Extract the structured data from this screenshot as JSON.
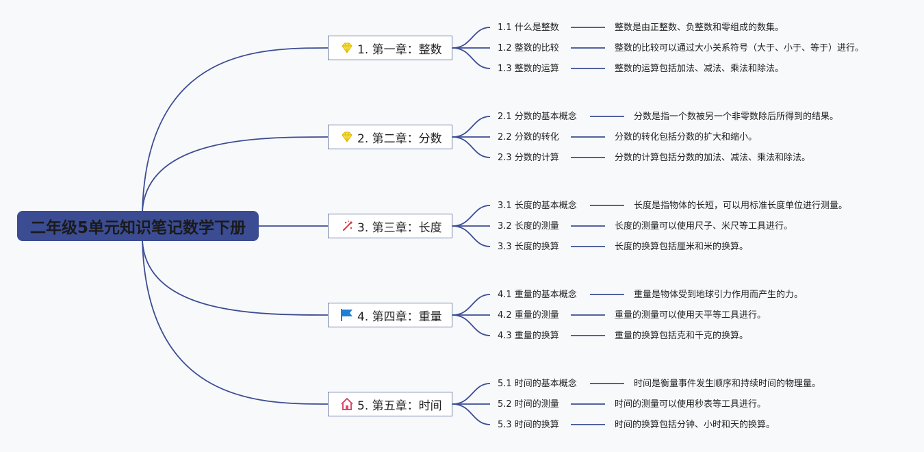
{
  "root": {
    "title": "二年级5单元知识笔记数学下册"
  },
  "colors": {
    "root_bg": "#3b4c92",
    "connector": "#3b4c92",
    "box_border": "#6f7fa8"
  },
  "chapters": [
    {
      "label": "1. 第一章：整数",
      "icon": "diamond-icon",
      "items": [
        {
          "title": "1.1 什么是整数",
          "desc": "整数是由正整数、负整数和零组成的数集。"
        },
        {
          "title": "1.2 整数的比较",
          "desc": "整数的比较可以通过大小关系符号（大于、小于、等于）进行。"
        },
        {
          "title": "1.3 整数的运算",
          "desc": "整数的运算包括加法、减法、乘法和除法。"
        }
      ]
    },
    {
      "label": "2. 第二章：分数",
      "icon": "diamond-icon",
      "items": [
        {
          "title": "2.1 分数的基本概念",
          "desc": "分数是指一个数被另一个非零数除后所得到的结果。"
        },
        {
          "title": "2.2 分数的转化",
          "desc": "分数的转化包括分数的扩大和缩小。"
        },
        {
          "title": "2.3 分数的计算",
          "desc": "分数的计算包括分数的加法、减法、乘法和除法。"
        }
      ]
    },
    {
      "label": "3. 第三章：长度",
      "icon": "sparkle-icon",
      "items": [
        {
          "title": "3.1 长度的基本概念",
          "desc": "长度是指物体的长短，可以用标准长度单位进行测量。"
        },
        {
          "title": "3.2 长度的测量",
          "desc": "长度的测量可以使用尺子、米尺等工具进行。"
        },
        {
          "title": "3.3 长度的换算",
          "desc": "长度的换算包括厘米和米的换算。"
        }
      ]
    },
    {
      "label": "4. 第四章：重量",
      "icon": "flag-icon",
      "items": [
        {
          "title": "4.1 重量的基本概念",
          "desc": "重量是物体受到地球引力作用而产生的力。"
        },
        {
          "title": "4.2 重量的测量",
          "desc": "重量的测量可以使用天平等工具进行。"
        },
        {
          "title": "4.3 重量的换算",
          "desc": "重量的换算包括克和千克的换算。"
        }
      ]
    },
    {
      "label": "5. 第五章：时间",
      "icon": "home-icon",
      "items": [
        {
          "title": "5.1 时间的基本概念",
          "desc": "时间是衡量事件发生顺序和持续时间的物理量。"
        },
        {
          "title": "5.2 时间的测量",
          "desc": "时间的测量可以使用秒表等工具进行。"
        },
        {
          "title": "5.3 时间的换算",
          "desc": "时间的换算包括分钟、小时和天的换算。"
        }
      ]
    }
  ]
}
